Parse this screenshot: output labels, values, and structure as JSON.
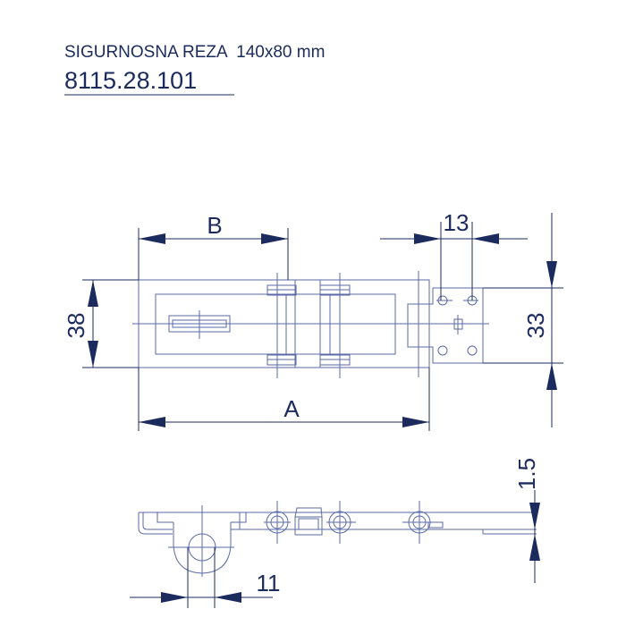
{
  "title": {
    "product_name": "SIGURNOSNA REZA  140x80 mm",
    "article_number": "8115.28.101"
  },
  "dimensions": {
    "B": "B",
    "A": "A",
    "height_38": "38",
    "hole_spacing_13": "13",
    "receiver_height_33": "33",
    "thickness_1_5": "1.5",
    "lug_width_11": "11"
  },
  "colors": {
    "line": "#5a6aa6",
    "dimension": "#1b2b5e"
  }
}
